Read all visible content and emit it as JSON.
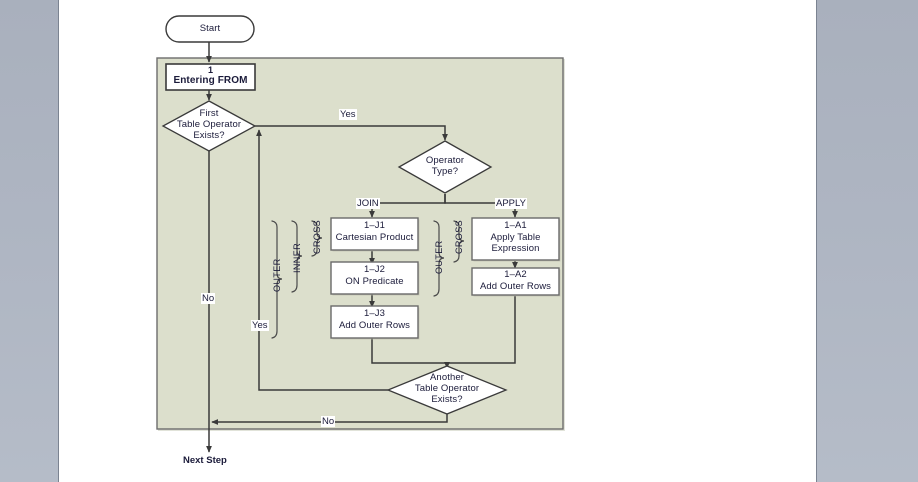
{
  "diagram": {
    "title_shape": {
      "label": "Start"
    },
    "terminator_bottom": {
      "label": "Next Step"
    },
    "process_entering_from": {
      "number": "1",
      "label": "Entering FROM"
    },
    "decisions": [
      {
        "id": "first-table-operator",
        "label": "First\nTable Operator\nExists?"
      },
      {
        "id": "operator-type",
        "label": "Operator\nType?"
      },
      {
        "id": "another-table-operator",
        "label": "Another\nTable Operator\nExists?"
      }
    ],
    "join_branch": {
      "branch_label": "JOIN",
      "steps": [
        {
          "id": "1-J1",
          "number": "1–J1",
          "label": "Cartesian Product"
        },
        {
          "id": "1-J2",
          "number": "1–J2",
          "label": "ON Predicate"
        },
        {
          "id": "1-J3",
          "number": "1–J3",
          "label": "Add Outer Rows"
        }
      ],
      "braces": [
        {
          "id": "join-outer",
          "label": "OUTER"
        },
        {
          "id": "join-inner",
          "label": "INNER"
        },
        {
          "id": "join-cross",
          "label": "CROSS"
        }
      ]
    },
    "apply_branch": {
      "branch_label": "APPLY",
      "steps": [
        {
          "id": "1-A1",
          "number": "1–A1",
          "label": "Apply Table\nExpression"
        },
        {
          "id": "1-A2",
          "number": "1–A2",
          "label": "Add Outer Rows"
        }
      ],
      "braces": [
        {
          "id": "apply-outer",
          "label": "OUTER"
        },
        {
          "id": "apply-cross",
          "label": "CROSS"
        }
      ]
    },
    "edge_labels": {
      "first_yes": "Yes",
      "first_no": "No",
      "another_yes": "Yes",
      "another_no": "No"
    },
    "colors": {
      "container_fill": "#dcdfcc",
      "node_fill": "#ffffff",
      "stroke": "#4d4d4d",
      "text": "#1b1b3a",
      "page": "#ffffff",
      "gutter": "#aeb5c2"
    }
  }
}
